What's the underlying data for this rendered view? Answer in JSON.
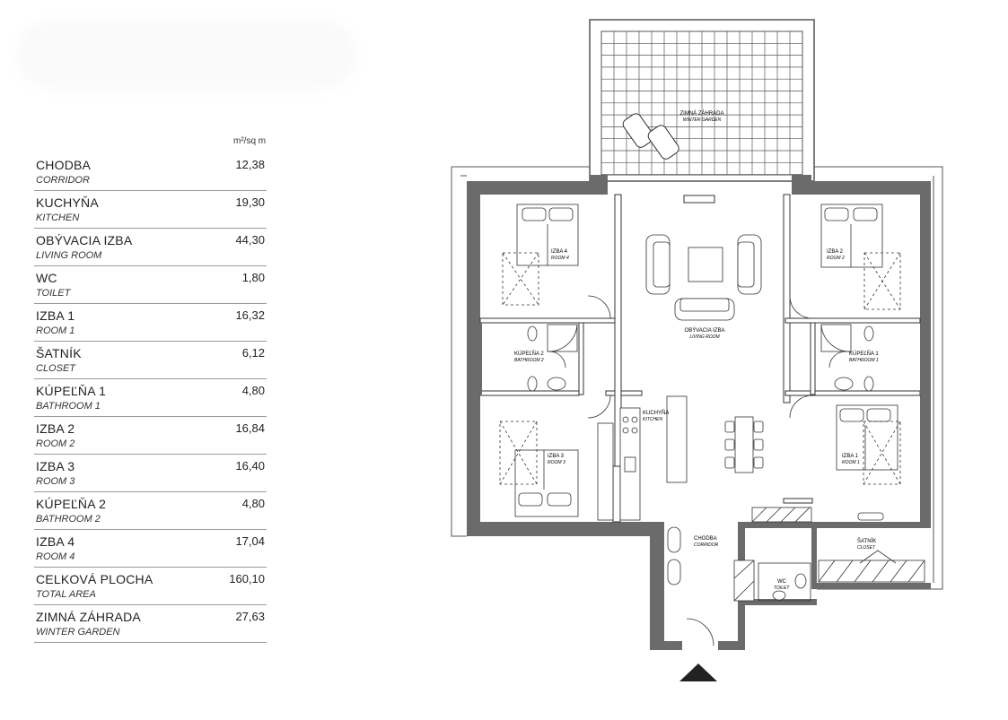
{
  "area_unit": "m²/sq m",
  "rooms": [
    {
      "sk": "CHODBA",
      "en": "CORRIDOR",
      "area": "12,38"
    },
    {
      "sk": "KUCHYŇA",
      "en": "KITCHEN",
      "area": "19,30"
    },
    {
      "sk": "OBÝVACIA IZBA",
      "en": "LIVING ROOM",
      "area": "44,30"
    },
    {
      "sk": "WC",
      "en": "TOILET",
      "area": "1,80"
    },
    {
      "sk": "IZBA 1",
      "en": "ROOM 1",
      "area": "16,32"
    },
    {
      "sk": "ŠATNÍK",
      "en": "CLOSET",
      "area": "6,12"
    },
    {
      "sk": "KÚPEĽŇA 1",
      "en": "BATHROOM 1",
      "area": "4,80"
    },
    {
      "sk": "IZBA 2",
      "en": "ROOM 2",
      "area": "16,84"
    },
    {
      "sk": "IZBA 3",
      "en": "ROOM 3",
      "area": "16,40"
    },
    {
      "sk": "KÚPEĽŇA 2",
      "en": "BATHROOM 2",
      "area": "4,80"
    },
    {
      "sk": "IZBA 4",
      "en": "ROOM 4",
      "area": "17,04"
    },
    {
      "sk": "CELKOVÁ PLOCHA",
      "en": "TOTAL AREA",
      "area": "160,10"
    },
    {
      "sk": "ZIMNÁ ZÁHRADA",
      "en": "WINTER GARDEN",
      "area": "27,63"
    }
  ],
  "plan_labels": {
    "winter_garden": {
      "sk": "ZIMNÁ ZÁHRADA",
      "en": "WINTER GARDEN"
    },
    "living": {
      "sk": "OBÝVACIA IZBA",
      "en": "LIVING ROOM"
    },
    "room4": {
      "sk": "IZBA 4",
      "en": "ROOM 4"
    },
    "room2": {
      "sk": "IZBA 2",
      "en": "ROOM 2"
    },
    "room3": {
      "sk": "IZBA 3",
      "en": "ROOM 3"
    },
    "room1": {
      "sk": "IZBA 1",
      "en": "ROOM 1"
    },
    "bath2": {
      "sk": "KÚPEĽŇA 2",
      "en": "BATHROOM 2"
    },
    "bath1": {
      "sk": "KÚPEĽŇA 1",
      "en": "BATHROOM 1"
    },
    "kitchen": {
      "sk": "KUCHYŇA",
      "en": "KITCHEN"
    },
    "corridor": {
      "sk": "CHODBA",
      "en": "CORRIDOR"
    },
    "closet": {
      "sk": "ŠATNÍK",
      "en": "CLOSET"
    },
    "wc": {
      "sk": "WC",
      "en": "TOILET"
    }
  },
  "colors": {
    "wall": "#6b6b6b",
    "line": "#333333",
    "divider": "#9a9a9a"
  },
  "entrance_marker": "entrance-arrow-icon"
}
